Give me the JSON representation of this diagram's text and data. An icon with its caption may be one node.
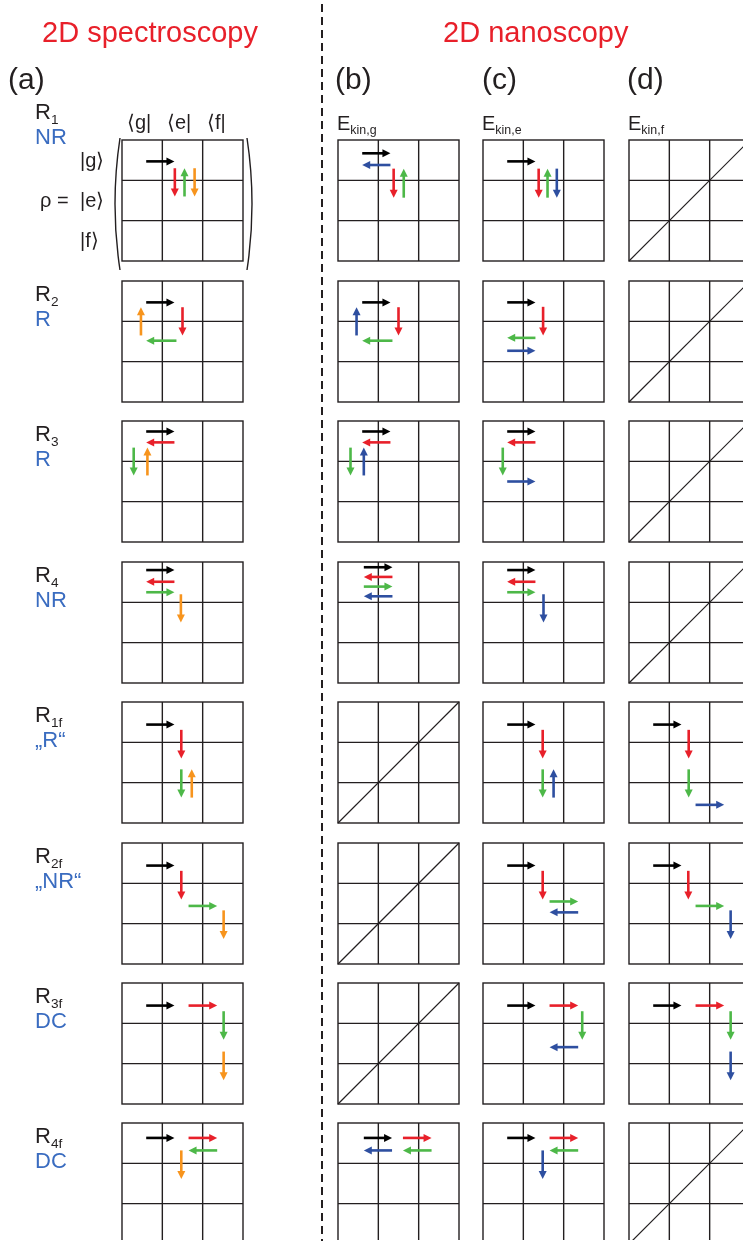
{
  "diagram": {
    "labels": [
      "2D spectroscopy",
      "2D nanoscopy",
      "(a)",
      "(b)",
      "(c)",
      "(d)",
      "R$_{1}$",
      "NR",
      "⟨g|",
      "⟨e|",
      "⟨f|",
      "E$_{kin,g}$",
      "E$_{kin,e}$",
      "E$_{kin,f}$",
      "|g⟩",
      "ρ =",
      "|e⟩",
      "|f⟩",
      "R$_{2}$",
      "R",
      "R$_{3}$",
      "R",
      "R$_{4}$",
      "NR",
      "R$_{1f}$",
      "„R“",
      "R$_{2f}$",
      "„NR“",
      "R$_{3f}$",
      "DC",
      "R$_{4f}$",
      "DC"
    ]
  }
}
